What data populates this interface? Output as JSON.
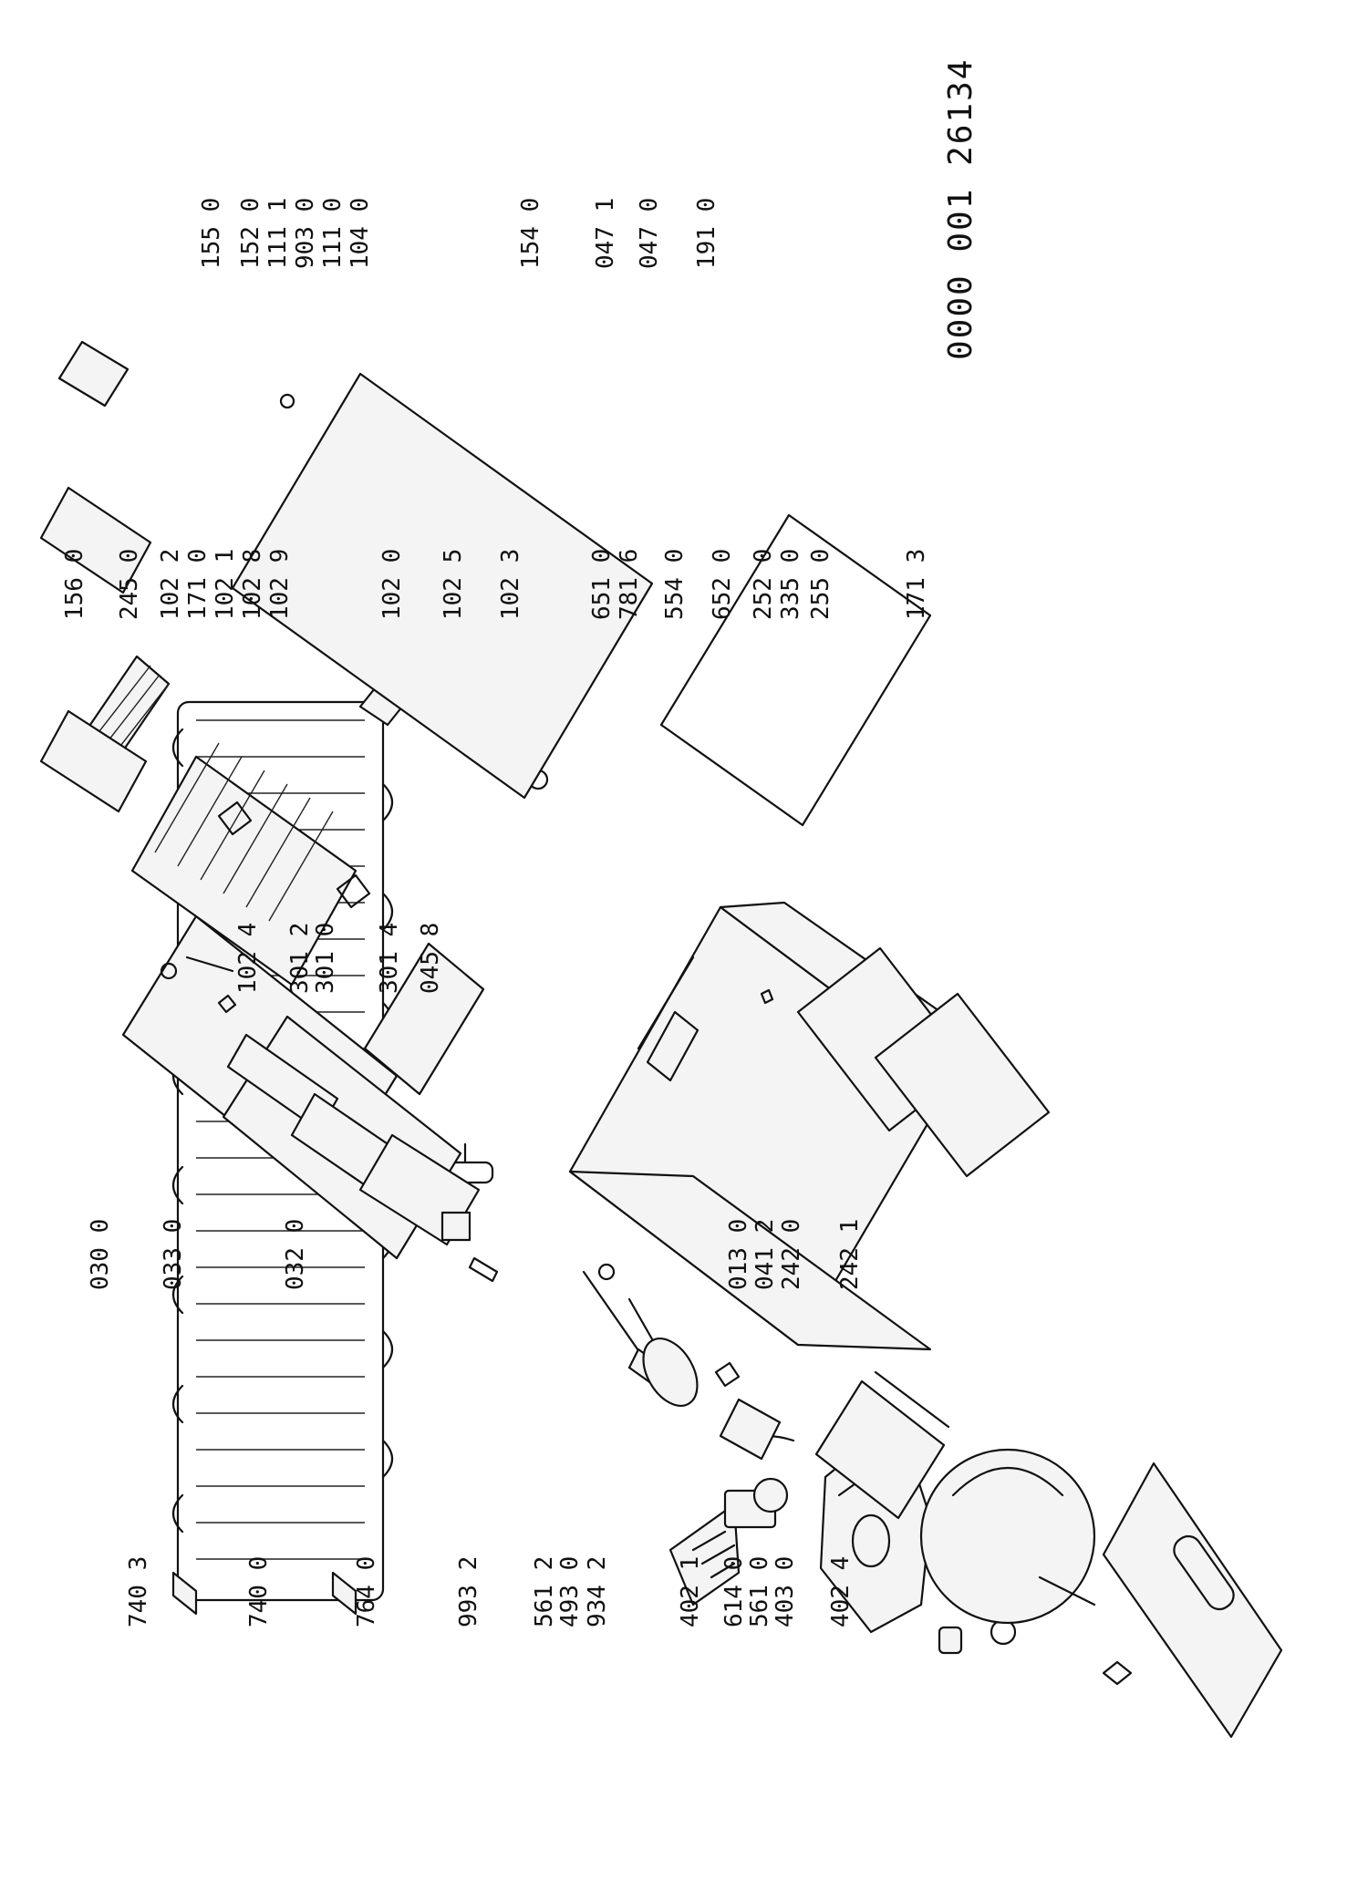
{
  "document": {
    "reference_number": "0000 001 26134"
  },
  "labels": {
    "l_7403": "740 3",
    "l_7400": "740 0",
    "l_7640": "764 0",
    "l_9932": "993 2",
    "l_5612": "561 2",
    "l_4930": "493 0",
    "l_9342": "934 2",
    "l_4021": "402 1",
    "l_6140": "614 0",
    "l_5610": "561 0",
    "l_4030": "403 0",
    "l_4024": "402 4",
    "l_0300": "030 0",
    "l_0330": "033 0",
    "l_0320": "032 0",
    "l_0130": "013 0",
    "l_0412": "041 2",
    "l_2420": "242 0",
    "l_2421": "242 1",
    "l_1024": "102 4",
    "l_3012": "301 2",
    "l_3010": "301 0",
    "l_3014": "301 4",
    "l_0458": "045 8",
    "l_1560": "156 0",
    "l_2450": "245 0",
    "l_1022": "102 2",
    "l_1710": "171 0",
    "l_1021": "102 1",
    "l_1028": "102 8",
    "l_1029": "102 9",
    "l_1020": "102 0",
    "l_1025": "102 5",
    "l_1023": "102 3",
    "l_6510": "651 0",
    "l_7816": "781 6",
    "l_5540": "554 0",
    "l_6520": "652 0",
    "l_2520": "252 0",
    "l_3350": "335 0",
    "l_2550": "255 0",
    "l_1713": "171 3",
    "l_1550": "155 0",
    "l_1520": "152 0",
    "l_1111": "111 1",
    "l_9030": "903 0",
    "l_1110": "111 0",
    "l_1040": "104 0",
    "l_1540": "154 0",
    "l_0471": "047 1",
    "l_0470": "047 0",
    "l_1910": "191 0"
  }
}
